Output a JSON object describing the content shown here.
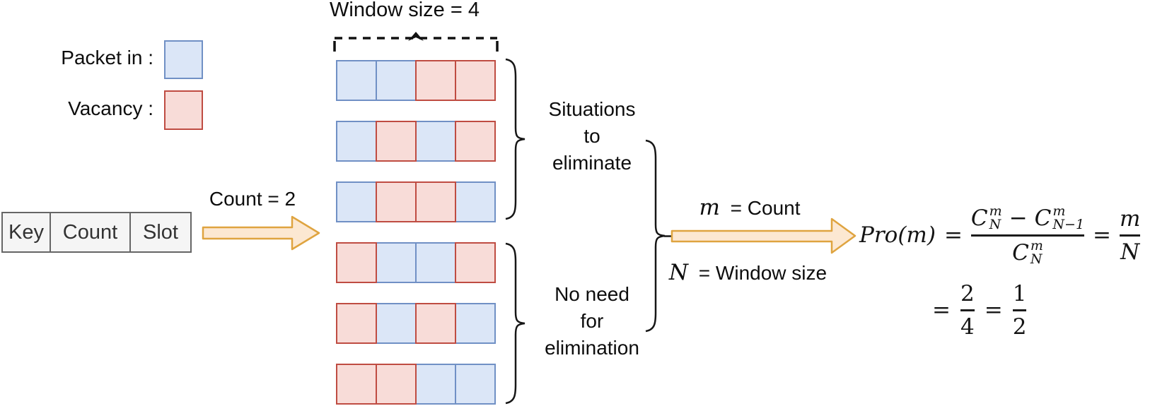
{
  "legend": {
    "packet_label": "Packet in :",
    "vacancy_label": "Vacancy :"
  },
  "flow_table": {
    "cells": [
      "Key",
      "Count",
      "Slot"
    ]
  },
  "count_arrow": {
    "label": "Count = 2"
  },
  "window": {
    "title": "Window size = 4",
    "rows": [
      [
        "packet",
        "packet",
        "vacancy",
        "vacancy"
      ],
      [
        "packet",
        "vacancy",
        "packet",
        "vacancy"
      ],
      [
        "packet",
        "vacancy",
        "vacancy",
        "packet"
      ],
      [
        "vacancy",
        "packet",
        "packet",
        "vacancy"
      ],
      [
        "vacancy",
        "packet",
        "vacancy",
        "packet"
      ],
      [
        "vacancy",
        "vacancy",
        "packet",
        "packet"
      ]
    ]
  },
  "groups": {
    "eliminate_lines": [
      "Situations",
      "to",
      "eliminate"
    ],
    "keep_lines": [
      "No need",
      "for",
      "elimination"
    ]
  },
  "prob_arrow": {
    "m_var": "m",
    "m_rest": "= Count",
    "n_var": "N",
    "n_rest": "= Window size"
  },
  "formula": {
    "lhs": "Pro(m)",
    "eq": "=",
    "C": "C",
    "sup_m": "m",
    "sub_N": "N",
    "minus": "−",
    "sub_N1": "N−1",
    "rhs_num": "m",
    "rhs_den": "N",
    "line2_eq1": "=",
    "line2_f1_num": "2",
    "line2_f1_den": "4",
    "line2_eq2": "=",
    "line2_f2_num": "1",
    "line2_f2_den": "2"
  },
  "colors": {
    "packet_fill": "#dbe6f7",
    "packet_stroke": "#7090c5",
    "vacancy_fill": "#f8dcd8",
    "vacancy_stroke": "#bf4c42",
    "arrow_fill": "#fce8d2",
    "arrow_stroke": "#dfa440",
    "table_fill": "#f5f5f5",
    "table_stroke": "#666666",
    "text": "#0d0d0d"
  }
}
